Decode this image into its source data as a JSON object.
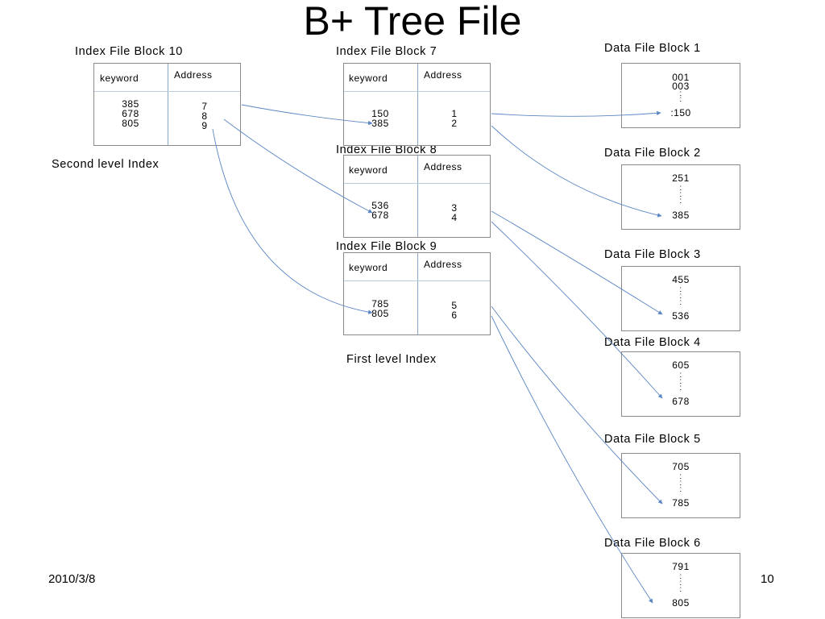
{
  "title": "B+ Tree File",
  "labels": {
    "second_level": "Second level Index",
    "first_level": "First level Index"
  },
  "footer": {
    "date": "2010/3/8",
    "page": "10"
  },
  "columns": {
    "keyword": "keyword",
    "address": "Address"
  },
  "index_blocks": [
    {
      "id": "idx10",
      "title": "Index File Block 10",
      "keys": "385\n678\n805",
      "addrs": "7\n8\n9"
    },
    {
      "id": "idx7",
      "title": "Index File Block 7",
      "keys": "150\n385",
      "addrs": "1\n2"
    },
    {
      "id": "idx8",
      "title": "Index File Block 8",
      "keys": "536\n678",
      "addrs": "3\n4"
    },
    {
      "id": "idx9",
      "title": "Index File Block 9",
      "keys": "785\n805",
      "addrs": "5\n6"
    }
  ],
  "data_blocks": [
    {
      "title": "Data File Block 1",
      "first": "001\n003",
      "last": ":150"
    },
    {
      "title": "Data File Block 2",
      "first": "251",
      "last": "385"
    },
    {
      "title": "Data File Block 3",
      "first": "455",
      "last": "536"
    },
    {
      "title": "Data File Block 4",
      "first": "605",
      "last": "678"
    },
    {
      "title": "Data File Block 5",
      "first": "705",
      "last": "785"
    },
    {
      "title": "Data File Block 6",
      "first": "791",
      "last": "805"
    }
  ],
  "colors": {
    "arrow": "#5b86c4",
    "border": "#8a8a8a"
  }
}
